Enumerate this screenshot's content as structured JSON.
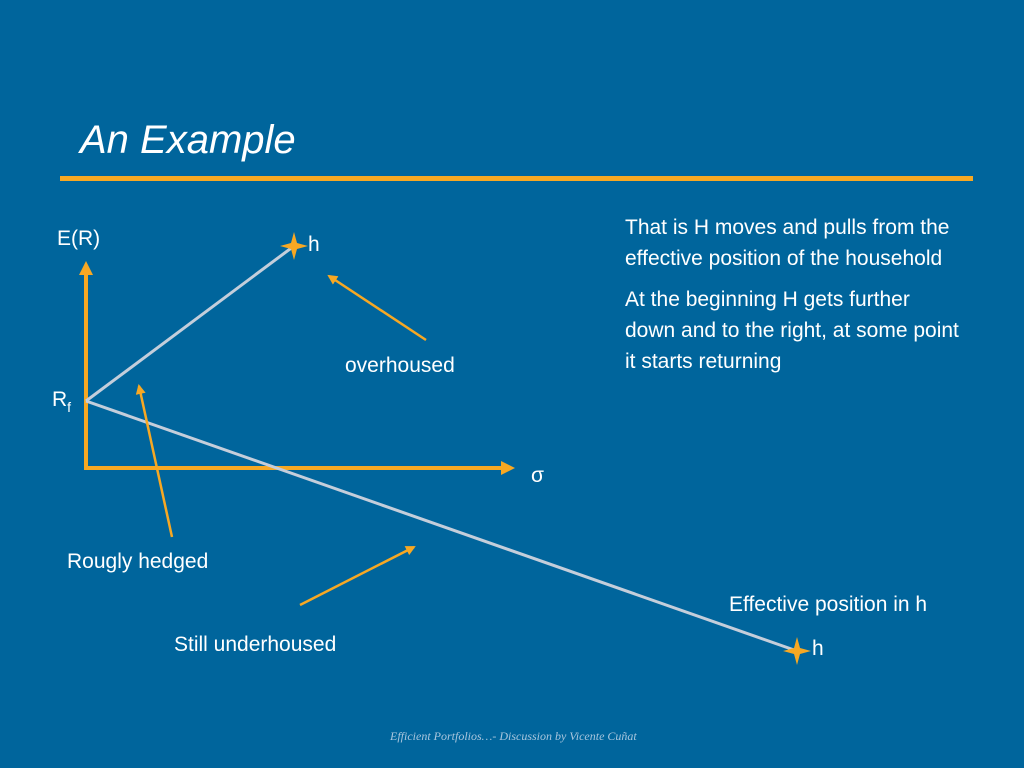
{
  "slide": {
    "title": "An Example",
    "footer": "Efficient Portfolios…- Discussion by Vicente Cuñat"
  },
  "diagram": {
    "y_axis_label": "E(R)",
    "x_axis_label": "σ",
    "rf_label_main": "R",
    "rf_label_sub": "f",
    "point_upper_label": "h",
    "point_lower_label": "h",
    "annotation_overhoused": "overhoused",
    "annotation_hedged": "Rougly hedged",
    "annotation_underhoused": "Still underhoused",
    "annotation_effective": "Effective position in h",
    "colors": {
      "background": "#00659c",
      "axis": "#f7a823",
      "line": "#c4cedb",
      "arrow": "#f7a823",
      "marker": "#f7a823"
    },
    "icons": [
      "star-marker-icon",
      "arrow-icon"
    ]
  },
  "notes": {
    "paragraph_1": "That is H moves and pulls from the effective position of the household",
    "paragraph_2": "At the beginning H gets further down and to the right, at some point it starts returning"
  }
}
